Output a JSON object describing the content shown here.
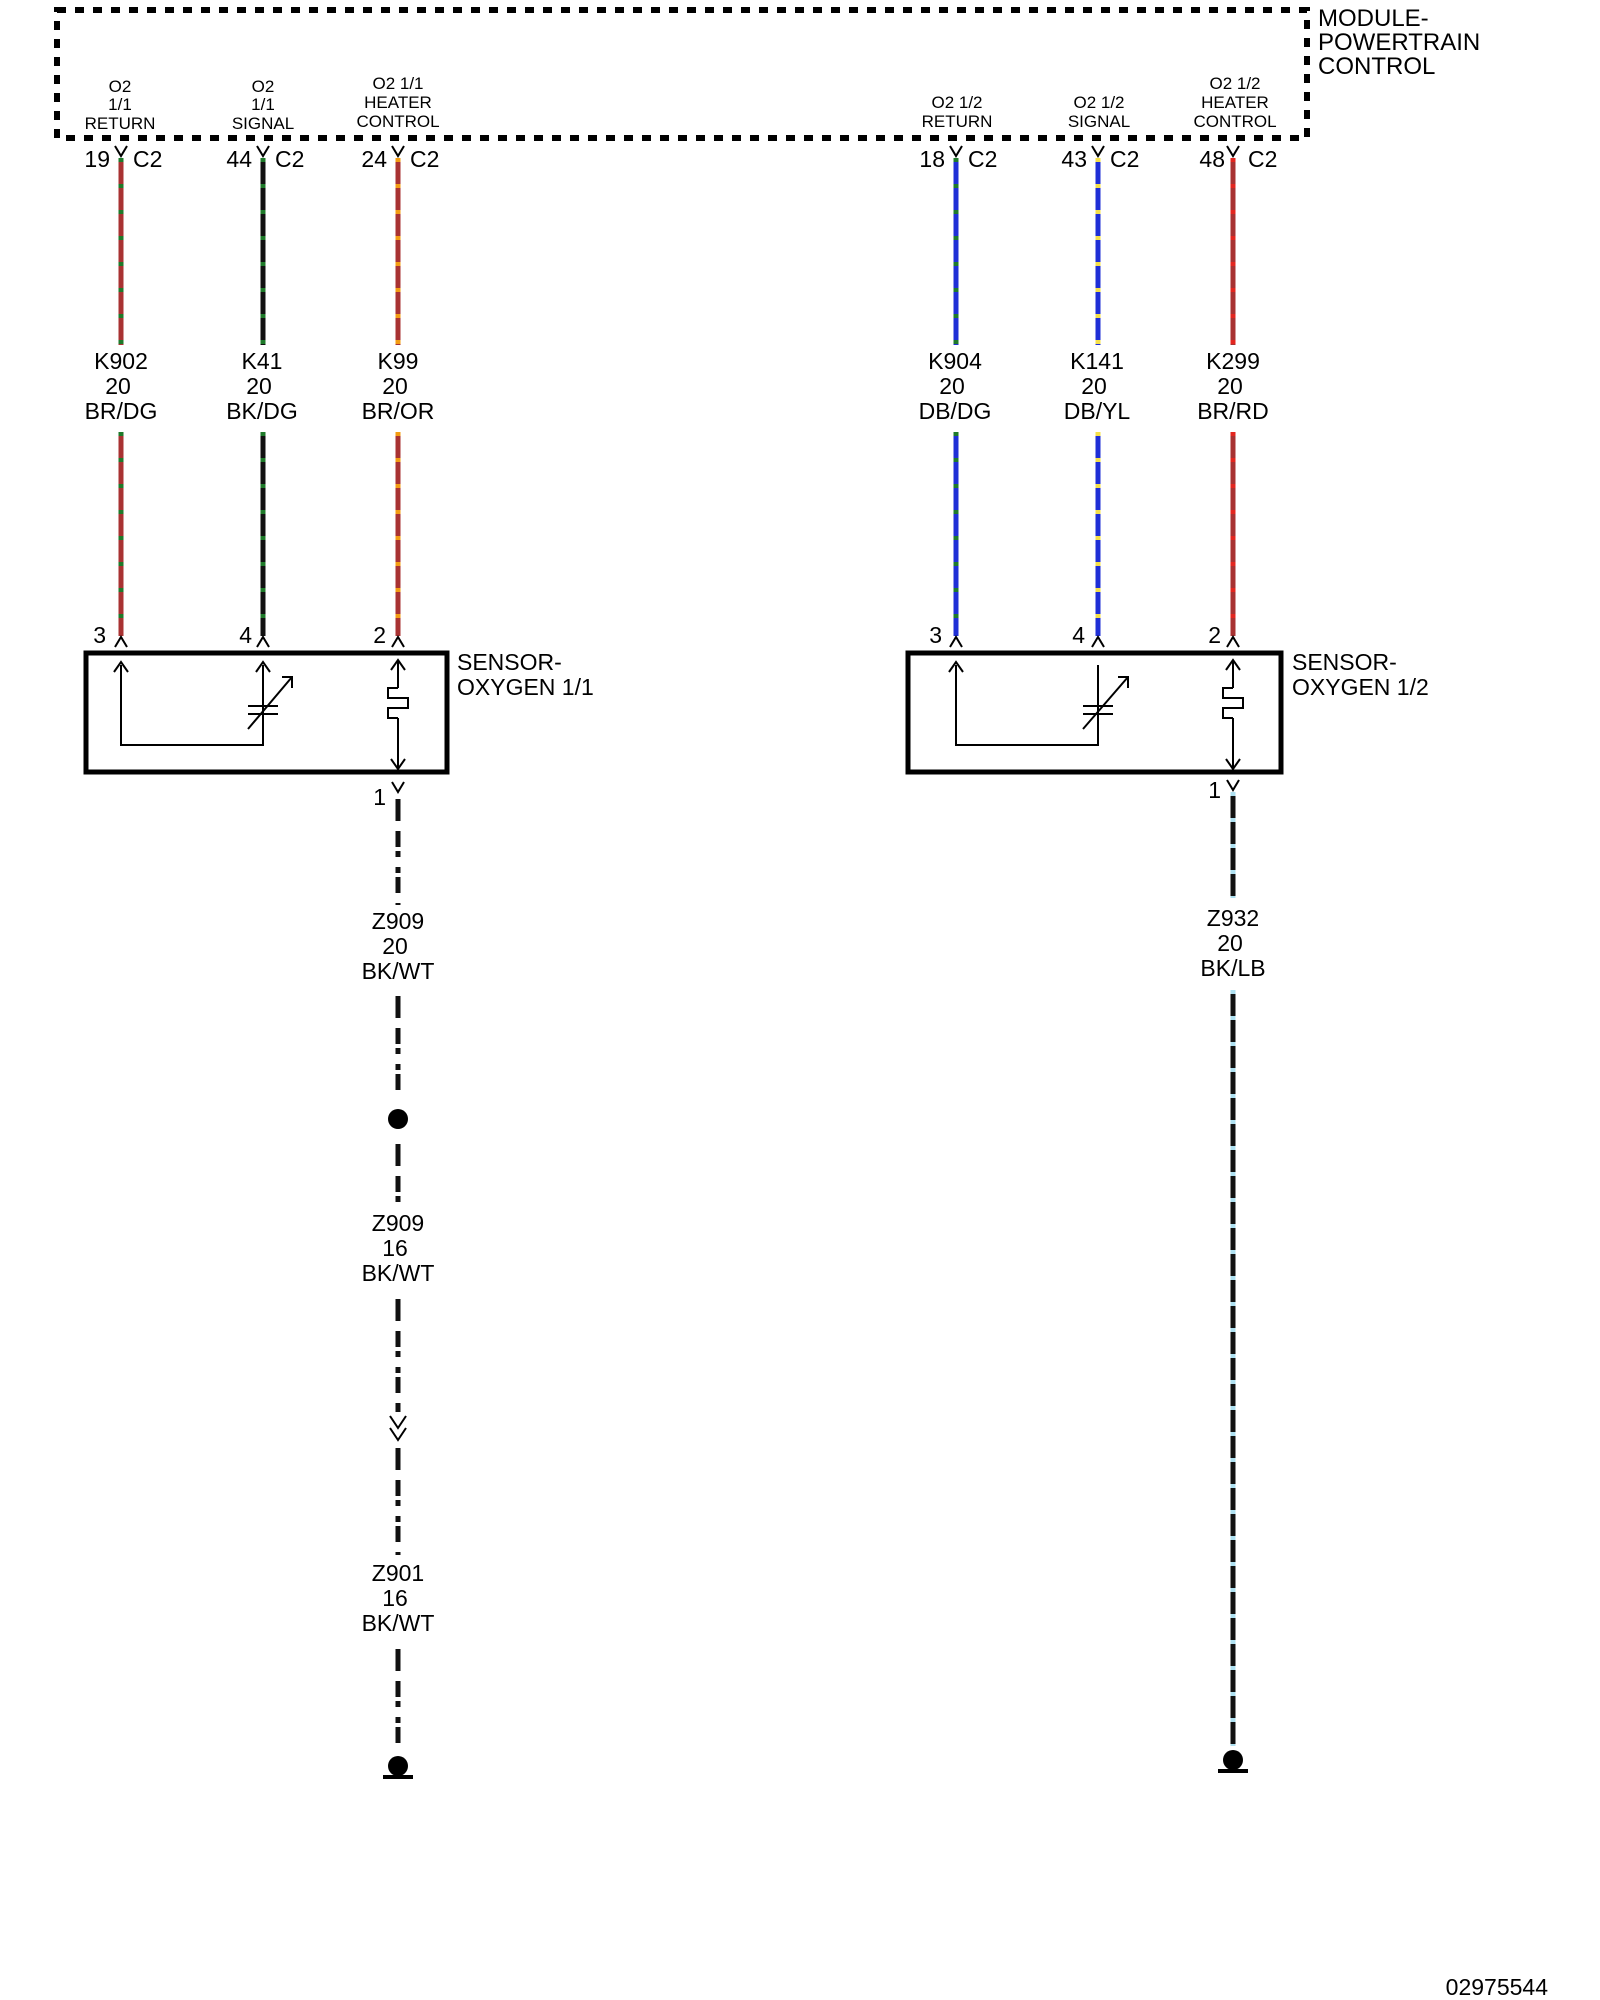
{
  "module": {
    "name_lines": [
      "MODULE-",
      "POWERTRAIN",
      "CONTROL"
    ],
    "pins": [
      {
        "id": "p19",
        "func_lines": [
          "O2",
          "1/1",
          "RETURN"
        ],
        "pin": "19",
        "connector": "C2"
      },
      {
        "id": "p44",
        "func_lines": [
          "O2",
          "1/1",
          "SIGNAL"
        ],
        "pin": "44",
        "connector": "C2"
      },
      {
        "id": "p24",
        "func_lines": [
          "O2 1/1",
          "HEATER",
          "CONTROL"
        ],
        "pin": "24",
        "connector": "C2"
      },
      {
        "id": "p18",
        "func_lines": [
          "O2 1/2",
          "RETURN"
        ],
        "pin": "18",
        "connector": "C2"
      },
      {
        "id": "p43",
        "func_lines": [
          "O2 1/2",
          "SIGNAL"
        ],
        "pin": "43",
        "connector": "C2"
      },
      {
        "id": "p48",
        "func_lines": [
          "O2 1/2",
          "HEATER",
          "CONTROL"
        ],
        "pin": "48",
        "connector": "C2"
      }
    ]
  },
  "wires": [
    {
      "circuit": "K902",
      "gauge": "20",
      "color": "BR/DG",
      "base_color": "#a83232",
      "stripe_color": "#1e7a2a"
    },
    {
      "circuit": "K41",
      "gauge": "20",
      "color": "BK/DG",
      "base_color": "#111111",
      "stripe_color": "#1e7a2a"
    },
    {
      "circuit": "K99",
      "gauge": "20",
      "color": "BR/OR",
      "base_color": "#a83232",
      "stripe_color": "#f39c12"
    },
    {
      "circuit": "K904",
      "gauge": "20",
      "color": "DB/DG",
      "base_color": "#1f2fd6",
      "stripe_color": "#1e7a2a"
    },
    {
      "circuit": "K141",
      "gauge": "20",
      "color": "DB/YL",
      "base_color": "#1f2fd6",
      "stripe_color": "#f5e04a"
    },
    {
      "circuit": "K299",
      "gauge": "20",
      "color": "BR/RD",
      "base_color": "#a83232",
      "stripe_color": "#e3261f"
    }
  ],
  "sensors": [
    {
      "name_lines": [
        "SENSOR-",
        "OXYGEN 1/1"
      ],
      "pin_labels": [
        "3",
        "4",
        "2"
      ],
      "ground_pin": "1"
    },
    {
      "name_lines": [
        "SENSOR-",
        "OXYGEN 1/2"
      ],
      "pin_labels": [
        "3",
        "4",
        "2"
      ],
      "ground_pin": "1"
    }
  ],
  "ground_wires": {
    "left": [
      {
        "circuit": "Z909",
        "gauge": "20",
        "color": "BK/WT"
      },
      {
        "circuit": "Z909",
        "gauge": "16",
        "color": "BK/WT"
      },
      {
        "circuit": "Z901",
        "gauge": "16",
        "color": "BK/WT"
      }
    ],
    "right": [
      {
        "circuit": "Z932",
        "gauge": "20",
        "color": "BK/LB"
      }
    ],
    "left_base_color": "#111111",
    "left_stripe_color": "#ffffff",
    "right_base_color": "#111111",
    "right_stripe_color": "#aee0f0"
  },
  "figure_id": "02975544"
}
